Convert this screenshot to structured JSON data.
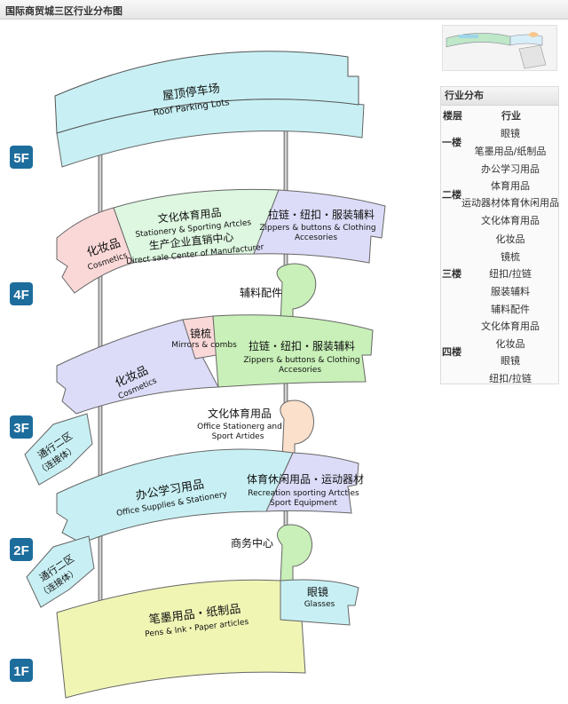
{
  "page": {
    "title": "国际商贸城三区行业分布图"
  },
  "floor_badges": [
    "5F",
    "4F",
    "3F",
    "2F",
    "1F"
  ],
  "diagram": {
    "roof": {
      "cn": "屋顶停车场",
      "en": "Roof Parking Lots"
    },
    "f4_cosmetics": {
      "cn": "化妆品",
      "en": "Cosmetics"
    },
    "f4_center": {
      "cn1": "文化体育用品",
      "en1": "Stationery & Sporting Artcles",
      "cn2": "生产企业直销中心",
      "en2": "Direct sale Center of Manufacturer"
    },
    "f4_zippers": {
      "cn": "拉链・纽扣・服装辅料",
      "en1": "Zippers & buttons & Clothing",
      "en2": "Accesories"
    },
    "f3_accessories": {
      "cn": "辅料配件"
    },
    "f3_cosmetics": {
      "cn": "化妆品",
      "en": "Cosmetics"
    },
    "f3_mirrors": {
      "cn": "镜梳",
      "en": "Mirrors & combs"
    },
    "f3_zippers": {
      "cn": "拉链・纽扣・服装辅料",
      "en1": "Zippers & buttons & Clothing",
      "en2": "Accesories"
    },
    "f3_connector": {
      "cn1": "通行二区",
      "cn2": "（连接体）"
    },
    "f2_office_sport": {
      "cn": "文化体育用品",
      "en1": "Office Stationerg and",
      "en2": "Sport Artides"
    },
    "f2_office": {
      "cn": "办公学习用品",
      "en": "Office Supplies & Stationery"
    },
    "f2_sport": {
      "cn": "体育休闲用品・运动器材",
      "en1": "Recreation sporting Artcties",
      "en2": "Sport Equipment"
    },
    "f2_connector": {
      "cn1": "通行二区",
      "cn2": "（连接体）"
    },
    "f1_business": {
      "cn": "商务中心"
    },
    "f1_glasses": {
      "cn": "眼镜",
      "en": "Glasses"
    },
    "f1_pens": {
      "cn": "笔墨用品・纸制品",
      "en": "Pens & Ink・Paper articles"
    }
  },
  "legend": {
    "title": "行业分布",
    "col_floor": "楼层",
    "col_industry": "行业",
    "groups": [
      {
        "floor": "一楼",
        "items": [
          "眼镜",
          "笔墨用品/纸制品"
        ]
      },
      {
        "floor": "二楼",
        "items": [
          "办公学习用品",
          "体育用品",
          "运动器材体育休闲用品",
          "文化体育用品"
        ]
      },
      {
        "floor": "三楼",
        "items": [
          "化妆品",
          "镜梳",
          "纽扣/拉链",
          "服装辅料",
          "辅料配件"
        ]
      },
      {
        "floor": "四楼",
        "items": [
          "文化体育用品",
          "化妆品",
          "眼镜",
          "纽扣/拉链"
        ]
      }
    ]
  },
  "colors": {
    "lightblue": "#c8f0f4",
    "aqua": "#bdecf0",
    "mint": "#ddf7e0",
    "green": "#c8f0b8",
    "lavender": "#dcdcf8",
    "pink": "#fbd8d8",
    "yellow": "#f0f5b4",
    "badge": "#1d6d9c"
  }
}
